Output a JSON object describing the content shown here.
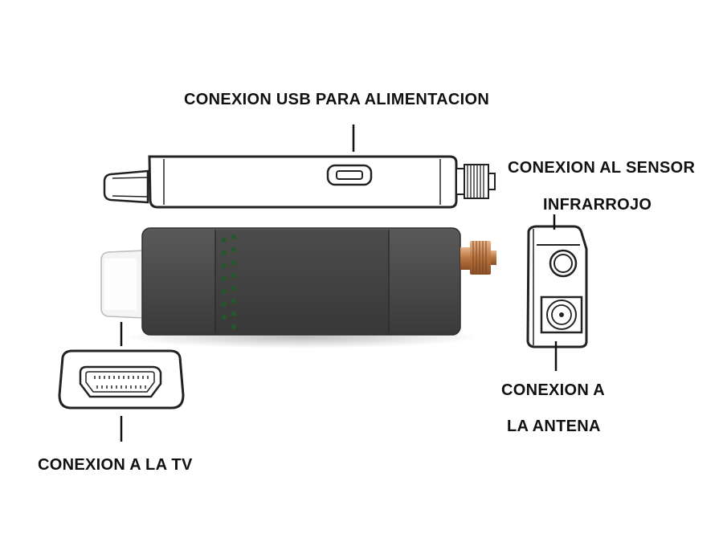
{
  "labels": {
    "usb_power": "CONEXION USB PARA ALIMENTACION",
    "ir_sensor_line1": "CONEXION AL SENSOR",
    "ir_sensor_line2": "INFRARROJO",
    "antenna_line1": "CONEXION A",
    "antenna_line2": "LA ANTENA",
    "tv": "CONEXION A LA TV"
  },
  "colors": {
    "outline": "#222222",
    "body": "#4a4a4a",
    "body_dark": "#3e3e3e",
    "led": "#1f5a2a",
    "sma_connector": "#c98a5a",
    "hdmi_plug": "#f0f0f0"
  }
}
